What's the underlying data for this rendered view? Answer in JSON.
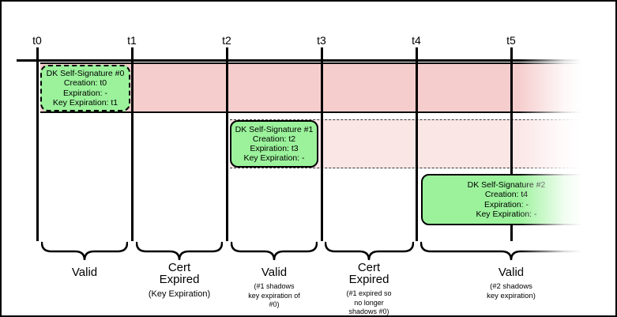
{
  "diagram": {
    "ticks": [
      "t0",
      "t1",
      "t2",
      "t3",
      "t4",
      "t5"
    ],
    "signatures": [
      {
        "title": "DK Self-Signature #0",
        "creation": "Creation: t0",
        "expiration": "Expiration: -",
        "key_expiration": "Key Expiration: t1"
      },
      {
        "title": "DK Self-Signature #1",
        "creation": "Creation: t2",
        "expiration": "Expiration: t3",
        "key_expiration": "Key Expiration: -"
      },
      {
        "title": "DK Self-Signature #2",
        "creation": "Creation: t4",
        "expiration": "Expiration: -",
        "key_expiration": "Key Expiration: -"
      }
    ],
    "regions": [
      {
        "label": "Valid",
        "sublabel": ""
      },
      {
        "label": "Cert\nExpired",
        "sublabel": "(Key Expiration)"
      },
      {
        "label": "Valid",
        "sublabel": "(#1 shadows\nkey expiration of\n#0)"
      },
      {
        "label": "Cert\nExpired",
        "sublabel": "(#1 expired so\nno longer\nshadows #0)"
      },
      {
        "label": "Valid",
        "sublabel": "(#2 shadows\nkey expiration)"
      }
    ],
    "colors": {
      "signature_box_green": "#9bf29b",
      "expired_band_dark": "#f6cdcd",
      "expired_band_light": "#fbe6e6",
      "line_black": "#000000"
    }
  }
}
